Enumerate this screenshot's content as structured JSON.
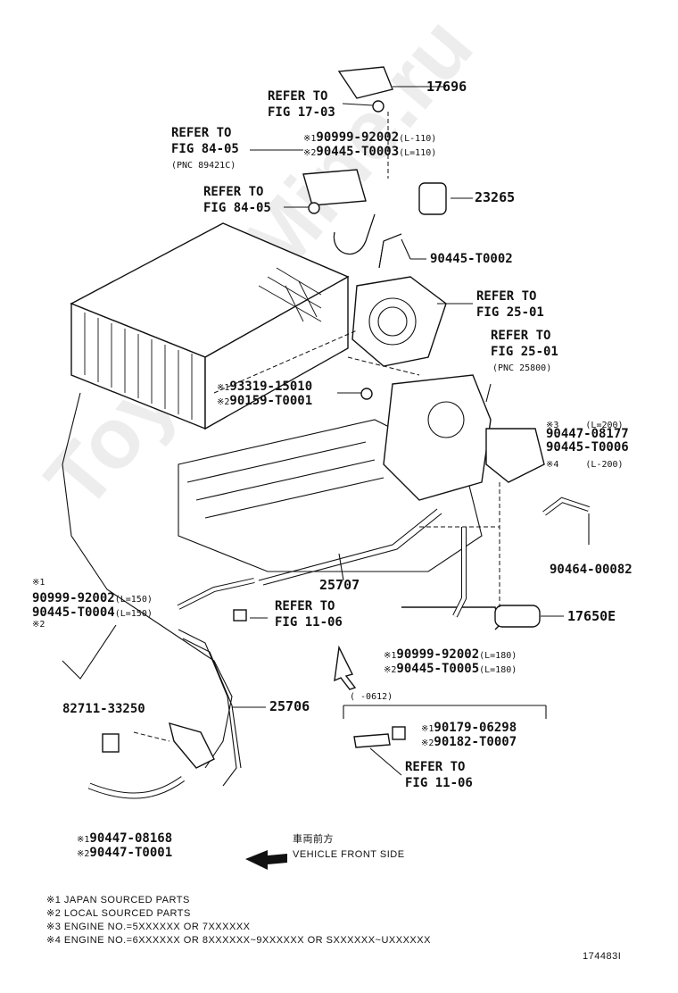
{
  "watermark": "Toyota-Mine.ru",
  "labels": {
    "p17696": "17696",
    "ref1703_a": "REFER TO",
    "ref1703_b": "FIG 17-03",
    "ref8405a_a": "REFER TO",
    "ref8405a_b": "FIG 84-05",
    "pnc89421c": "(PNC 89421C)",
    "ref8405b_a": "REFER TO",
    "ref8405b_b": "FIG 84-05",
    "h1_mark": "※1",
    "h1_pn": "90999-92002",
    "h1_len": "(L-110)",
    "h2_mark": "※2",
    "h2_pn": "90445-T0003",
    "h2_len": "(L=110)",
    "p23265": "23265",
    "p90445t0002": "90445-T0002",
    "ref2501a_a": "REFER TO",
    "ref2501a_b": "FIG 25-01",
    "ref2501b_a": "REFER TO",
    "ref2501b_b": "FIG 25-01",
    "pnc25800": "(PNC 25800)",
    "g1_mark": "※1",
    "g1_pn": "93319-15010",
    "g2_mark": "※2",
    "g2_pn": "90159-T0001",
    "r3_mark": "※3",
    "r3_len": "(L=200)",
    "r3_pn": "90447-08177",
    "r4_pn": "90445-T0006",
    "r4_mark": "※4",
    "r4_len": "(L-200)",
    "p9046400082": "90464-00082",
    "p25707": "25707",
    "l1_mark": "※1",
    "l1_pn": "90999-92002",
    "l1_len": "(L=150)",
    "l2_pn": "90445-T0004",
    "l2_len": "(L=150)",
    "l2_mark": "※2",
    "ref1106a_a": "REFER TO",
    "ref1106a_b": "FIG 11-06",
    "p17650e": "17650E",
    "b1_mark": "※1",
    "b1_pn": "90999-92002",
    "b1_len": "(L=180)",
    "b2_mark": "※2",
    "b2_pn": "90445-T0005",
    "b2_len": "(L=180)",
    "p8271133250": "82711-33250",
    "p25706": "25706",
    "range": "(      -0612)",
    "s1_mark": "※1",
    "s1_pn": "90179-06298",
    "s2_mark": "※2",
    "s2_pn": "90182-T0007",
    "ref1106b_a": "REFER TO",
    "ref1106b_b": "FIG 11-06",
    "c1_mark": "※1",
    "c1_pn": "90447-08168",
    "c2_mark": "※2",
    "c2_pn": "90447-T0001",
    "front_jp": "車両前方",
    "front_en": "VEHICLE FRONT SIDE"
  },
  "notes": [
    "※1 JAPAN SOURCED PARTS",
    "※2 LOCAL SOURCED PARTS",
    "※3 ENGINE NO.=5XXXXXX OR 7XXXXXX",
    "※4 ENGINE NO.=6XXXXXX OR 8XXXXXX~9XXXXXX OR SXXXXXX~UXXXXXX"
  ],
  "drawing_no": "174483I"
}
